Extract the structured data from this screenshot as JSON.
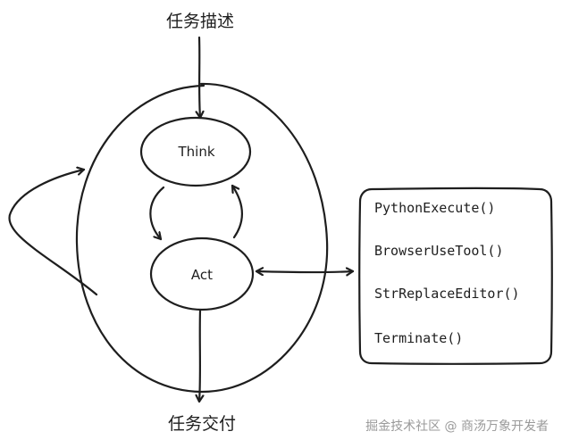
{
  "labels": {
    "input": "任务描述",
    "output": "任务交付",
    "think": "Think",
    "act": "Act"
  },
  "tools": [
    "PythonExecute()",
    "BrowserUseTool()",
    "StrReplaceEditor()",
    "Terminate()"
  ],
  "watermark": "掘金技术社区 @ 商汤万象开发者",
  "colors": {
    "stroke": "#1e1e1e",
    "background": "#ffffff",
    "watermark": "#9a9a9a"
  }
}
